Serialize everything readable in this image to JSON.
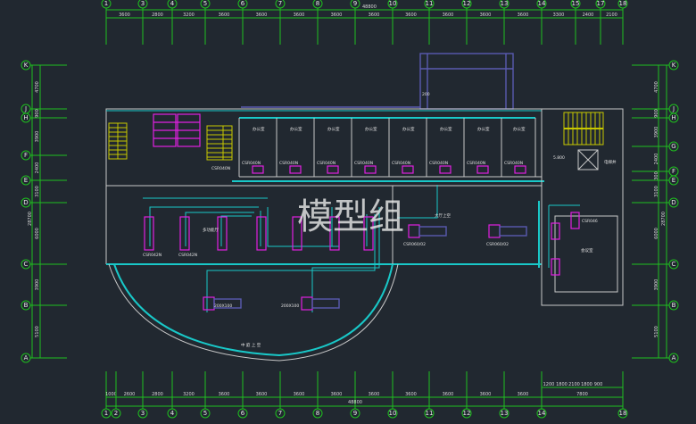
{
  "drawing": {
    "total_width": "48800",
    "total_depth": "28700",
    "watermark": "模型组",
    "colors": {
      "background": "#212830",
      "axis": "#1fbf1f",
      "wall": "#c8c8c8",
      "duct": "#19c8c8",
      "unit": "#e020e0"
    }
  },
  "top_axes": {
    "labels": [
      "1",
      "3",
      "4",
      "5",
      "6",
      "7",
      "8",
      "9",
      "10",
      "11",
      "12",
      "13",
      "14",
      "15",
      "17",
      "18"
    ],
    "dims": [
      "3600",
      "2800",
      "3200",
      "3600",
      "3600",
      "3600",
      "3600",
      "3600",
      "3600",
      "3600",
      "3600",
      "3600",
      "3300",
      "2400",
      "2100"
    ]
  },
  "bottom_axes": {
    "labels": [
      "1",
      "2",
      "3",
      "4",
      "5",
      "6",
      "7",
      "8",
      "9",
      "10",
      "11",
      "12",
      "13",
      "14",
      "18"
    ],
    "dims": [
      "1000",
      "2600",
      "2800",
      "3200",
      "3600",
      "3600",
      "3600",
      "3600",
      "3600",
      "3600",
      "3600",
      "3600",
      "3600",
      "7800"
    ],
    "sub_dims": [
      "1200",
      "1800",
      "2100",
      "1800",
      "900"
    ]
  },
  "left_axes": {
    "labels": [
      "K",
      "J",
      "H",
      "F",
      "E",
      "D",
      "C",
      "B",
      "A"
    ],
    "dims": [
      "4700",
      "900",
      "3900",
      "2400",
      "3100",
      "6000",
      "3900",
      "5100"
    ]
  },
  "right_axes": {
    "labels": [
      "K",
      "J",
      "H",
      "G",
      "F",
      "E",
      "D",
      "C",
      "B",
      "A"
    ],
    "dims": [
      "4700",
      "900",
      "3900",
      "2400",
      "300",
      "3100",
      "6000",
      "3900",
      "5100"
    ]
  },
  "labels": {
    "office": "办公室",
    "unit_a": "CSR042N",
    "unit_b": "CSR042N",
    "unit_c": "CSR040N",
    "unit_d": "CSR046",
    "unit_e": "CSR060/02",
    "duct_a": "200X100",
    "duct_b": "200X100",
    "fan": "200",
    "hall": "大厅上空",
    "meeting": "会议室",
    "lobby": "多功能厅",
    "atrium": "中 庭 上 空",
    "elev": "电梯井",
    "level": "5.800"
  }
}
